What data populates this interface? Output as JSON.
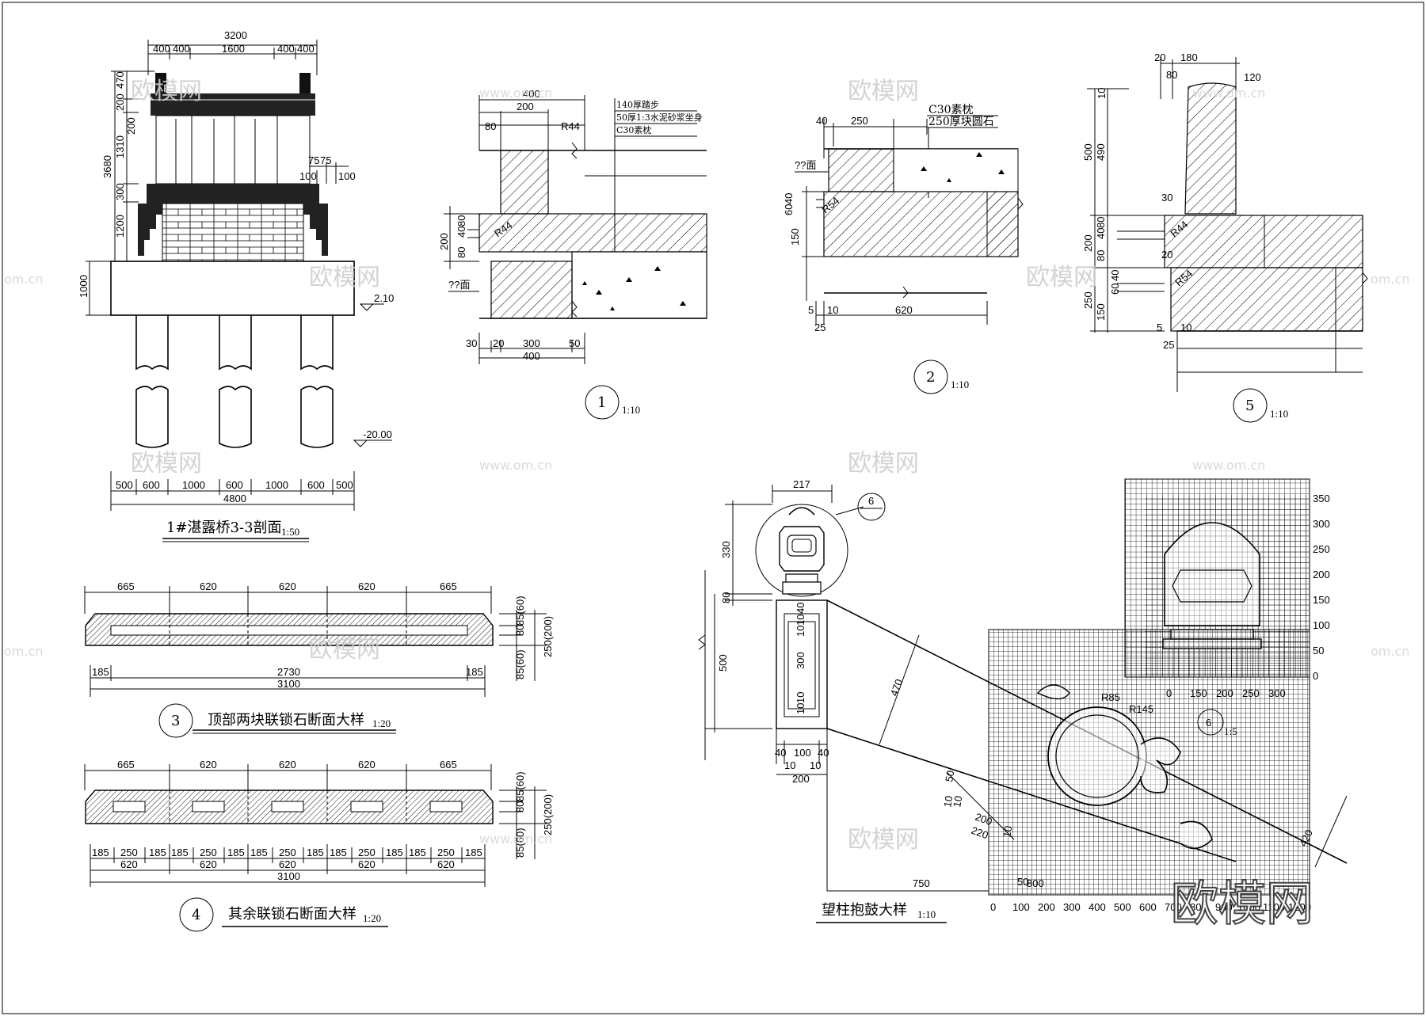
{
  "titles": {
    "bridge_section": "1#湛露桥3-3剖面",
    "bridge_section_scale": "1:50",
    "detail_3": "顶部两块联锁石断面大样",
    "detail_3_scale": "1:20",
    "detail_4": "其余联锁石断面大样",
    "detail_4_scale": "1:20",
    "pillar": "望柱抱鼓大样",
    "pillar_scale": "1:10"
  },
  "callouts": {
    "c1": "1",
    "c1_scale": "1:10",
    "c2": "2",
    "c2_scale": "1:10",
    "c5": "5",
    "c5_scale": "1:10",
    "c3": "3",
    "c4": "4",
    "c6": "6",
    "c6_grid": "6",
    "c6_grid_scale": "1:5"
  },
  "bridge": {
    "top_total": "3200",
    "top_parts": [
      "400",
      "400",
      "1600",
      "400",
      "400"
    ],
    "left_total": "3680",
    "left_parts": [
      "200",
      "470",
      "200",
      "1310",
      "300",
      "1200"
    ],
    "deck": "1000",
    "right_a": "75",
    "right_b": "75",
    "right_c": "100",
    "right_d": "100",
    "level_1": "2.10",
    "level_2": "-20.00",
    "bottom_parts": [
      "500",
      "600",
      "1000",
      "600",
      "1000",
      "600",
      "500"
    ],
    "bottom_total": "4800"
  },
  "d1": {
    "top": "400",
    "mid": "200",
    "l": "80",
    "r": "R44",
    "note1": "140厚踏步",
    "note2": "50厚1:3水泥砂浆坐身",
    "note3": "C30素枕",
    "left_h": "200",
    "left_parts": [
      "80",
      "40",
      "80"
    ],
    "face": "??面",
    "bottom_parts": [
      "30",
      "20",
      "300",
      "50"
    ],
    "bottom_total": "400"
  },
  "d2": {
    "top_a": "40",
    "top_b": "250",
    "note1": "C30素枕",
    "note2": "250厚块圆石",
    "face": "??面",
    "left_a": "40",
    "left_b": "60",
    "left_c": "150",
    "r": "R54",
    "bottom_a": "5",
    "bottom_b": "10",
    "bottom_c": "620",
    "bottom_d": "25"
  },
  "d5": {
    "top_a": "20",
    "top_b": "180",
    "top_c": "80",
    "top_d": "120",
    "left_a": "10",
    "left_b": "500",
    "left_c": "490",
    "left_d": "200",
    "left_e": "80",
    "left_f": "40",
    "left_g": "80",
    "left_h": "250",
    "left_i": "40",
    "left_j": "60",
    "left_k": "150",
    "s30": "30",
    "s20": "20",
    "r1": "R44",
    "r2": "R54",
    "bottom_a": "5",
    "bottom_b": "10",
    "bottom_c": "25"
  },
  "stone3": {
    "top": [
      "665",
      "620",
      "620",
      "620",
      "665"
    ],
    "bottom": [
      "185",
      "2730",
      "185"
    ],
    "total": "3100",
    "right": [
      "85(60)",
      "80",
      "85(60)",
      "250(200)"
    ]
  },
  "stone4": {
    "top": [
      "665",
      "620",
      "620",
      "620",
      "665"
    ],
    "bottom": [
      "185",
      "250",
      "185",
      "185",
      "250",
      "185",
      "185",
      "250",
      "185",
      "185",
      "250",
      "185",
      "185",
      "250",
      "185"
    ],
    "mid": [
      "620",
      "620",
      "620",
      "620",
      "620"
    ],
    "total": "3100",
    "right": [
      "85(60)",
      "80",
      "85(60)",
      "250(200)"
    ]
  },
  "pillar": {
    "top": "217",
    "h1": "330",
    "h2": "80",
    "h3": "500",
    "inner": [
      "40",
      "10",
      "10",
      "300",
      "10",
      "10"
    ],
    "bottom_a": "40",
    "bottom_b": "100",
    "bottom_c": "40",
    "bottom_d": "10",
    "bottom_e": "10",
    "bottom_f": "200",
    "slope": "470",
    "rail_a": "50",
    "rail_b": "10",
    "rail_c": "10",
    "rail_d": "200",
    "rail_e": "220",
    "rail_f": "10",
    "r_a": "R85",
    "r_b": "R145",
    "lenR": "420",
    "base_a": "750",
    "base_b": "800",
    "base_c": "50"
  },
  "grid": {
    "x_ticks": [
      "0",
      "100",
      "200",
      "300",
      "400",
      "500",
      "600",
      "700",
      "800",
      "900",
      "1000",
      "1100",
      "1200"
    ],
    "y_ticks_right": [
      "350",
      "300",
      "250",
      "200",
      "150",
      "100",
      "50",
      "0"
    ],
    "x_ticks_top": [
      "0",
      "50",
      "100",
      "150",
      "200",
      "250",
      "300"
    ]
  },
  "watermark": {
    "brand": "欧模网",
    "site": "www.om.cn",
    "site_short": "om.cn"
  }
}
